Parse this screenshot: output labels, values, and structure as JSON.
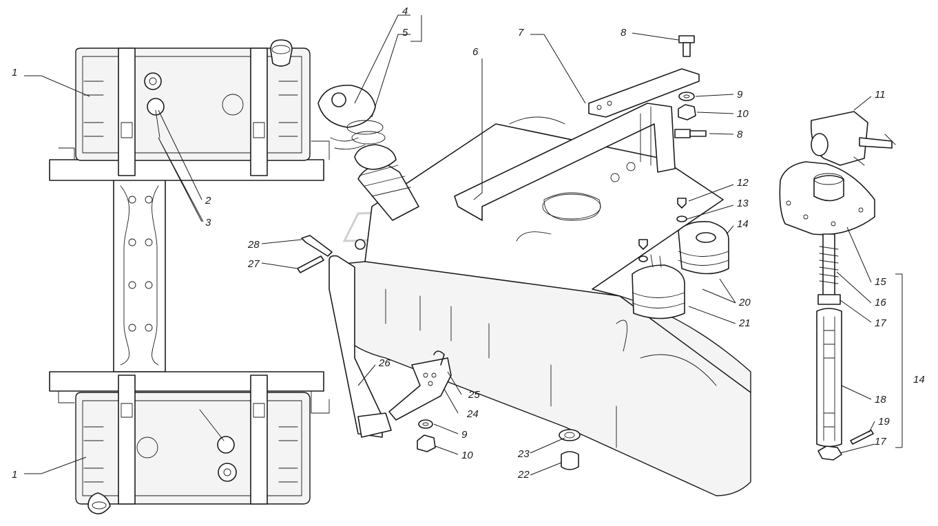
{
  "diagram": {
    "callouts": [
      {
        "id": "c1a",
        "text": "1"
      },
      {
        "id": "c1b",
        "text": "1"
      },
      {
        "id": "c2",
        "text": "2"
      },
      {
        "id": "c3",
        "text": "3"
      },
      {
        "id": "c4",
        "text": "4"
      },
      {
        "id": "c5",
        "text": "5"
      },
      {
        "id": "c6",
        "text": "6"
      },
      {
        "id": "c7",
        "text": "7"
      },
      {
        "id": "c8a",
        "text": "8"
      },
      {
        "id": "c8b",
        "text": "8"
      },
      {
        "id": "c9a",
        "text": "9"
      },
      {
        "id": "c9b",
        "text": "9"
      },
      {
        "id": "c10a",
        "text": "10"
      },
      {
        "id": "c10b",
        "text": "10"
      },
      {
        "id": "c11",
        "text": "11"
      },
      {
        "id": "c12",
        "text": "12"
      },
      {
        "id": "c13",
        "text": "13"
      },
      {
        "id": "c14a",
        "text": "14"
      },
      {
        "id": "c14b",
        "text": "14"
      },
      {
        "id": "c15",
        "text": "15"
      },
      {
        "id": "c16",
        "text": "16"
      },
      {
        "id": "c17a",
        "text": "17"
      },
      {
        "id": "c17b",
        "text": "17"
      },
      {
        "id": "c18",
        "text": "18"
      },
      {
        "id": "c19",
        "text": "19"
      },
      {
        "id": "c20",
        "text": "20"
      },
      {
        "id": "c21",
        "text": "21"
      },
      {
        "id": "c22",
        "text": "22"
      },
      {
        "id": "c23",
        "text": "23"
      },
      {
        "id": "c24",
        "text": "24"
      },
      {
        "id": "c25",
        "text": "25"
      },
      {
        "id": "c26",
        "text": "26"
      },
      {
        "id": "c27",
        "text": "27"
      },
      {
        "id": "c28",
        "text": "28"
      }
    ],
    "colors": {
      "line": "#1a1a1a",
      "background": "#ffffff",
      "watermark": "#cfcfcf"
    }
  }
}
